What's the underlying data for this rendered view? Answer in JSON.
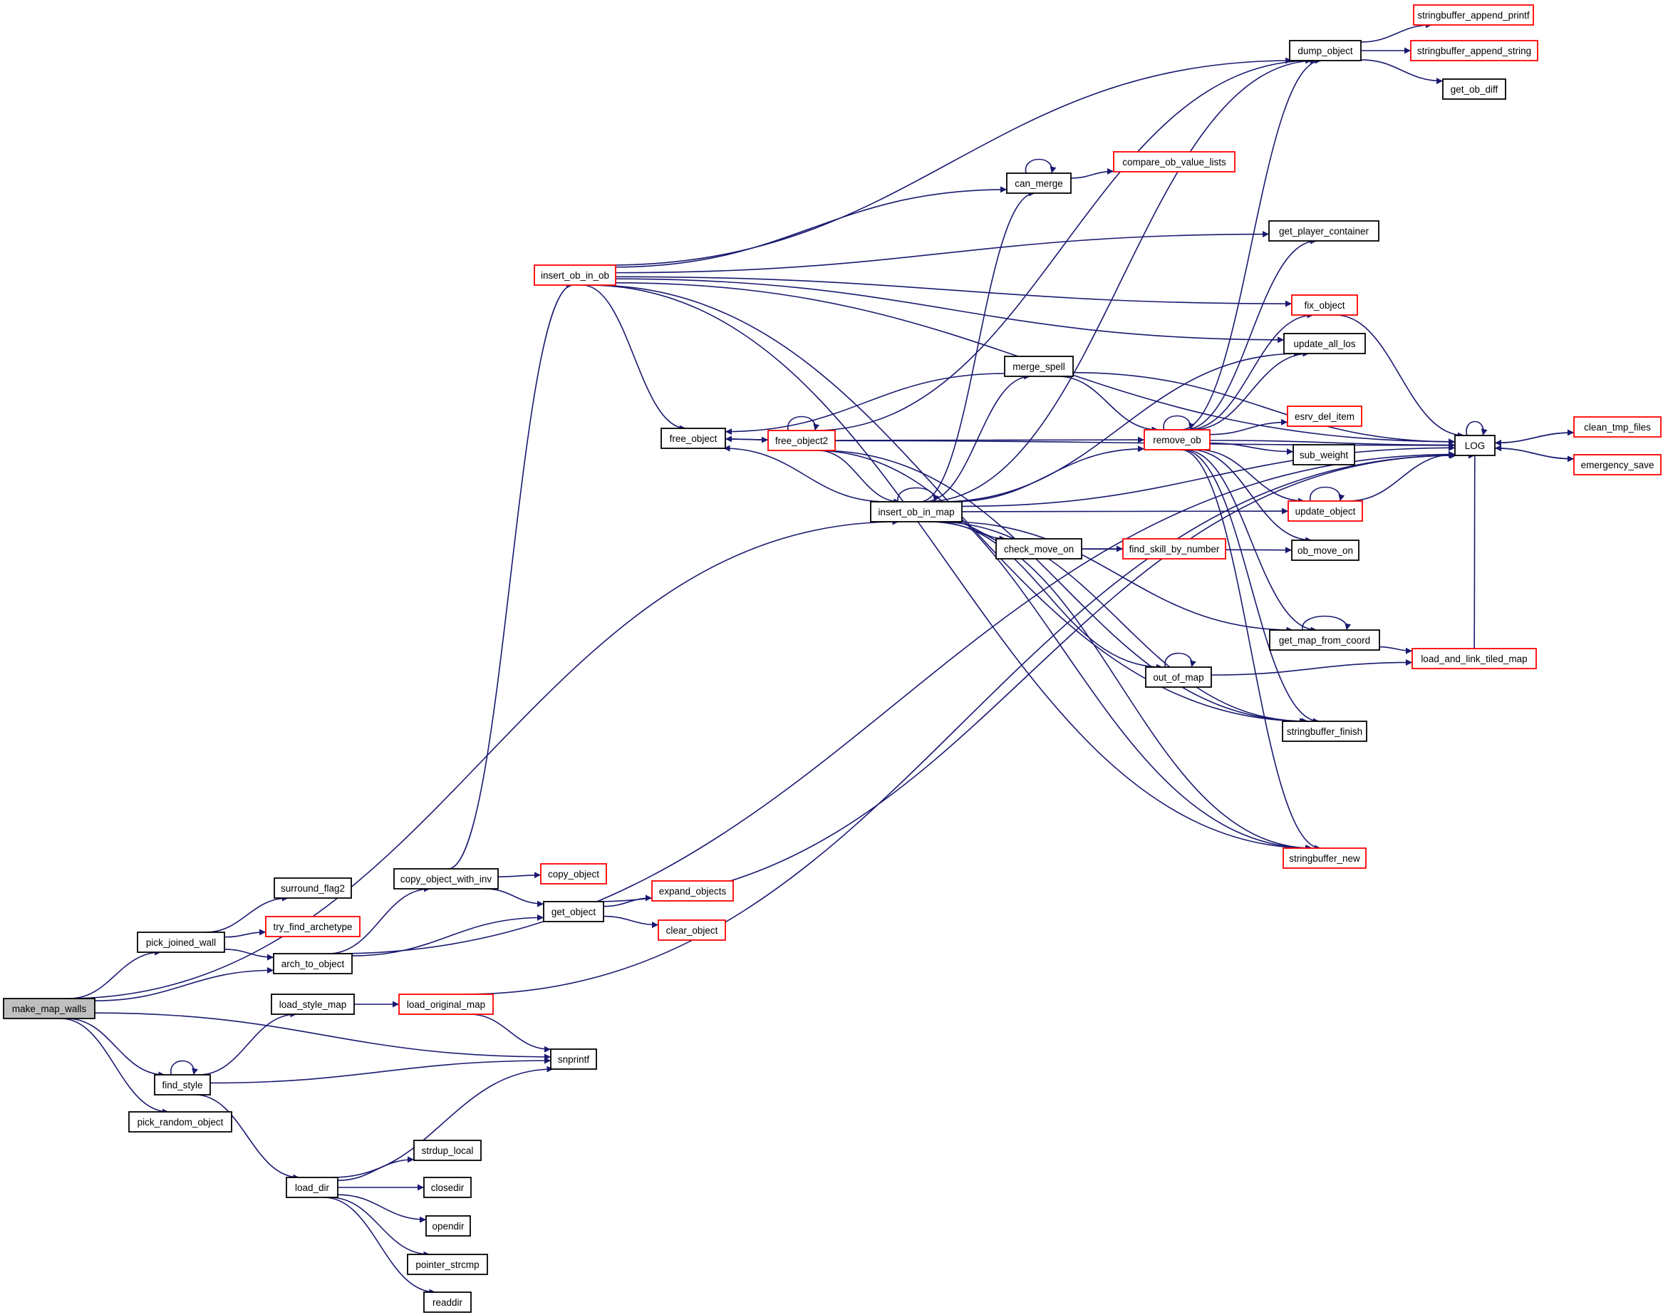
{
  "nodes": {
    "make_map_walls": {
      "label": "make_map_walls",
      "style": "root"
    },
    "pick_joined_wall": {
      "label": "pick_joined_wall",
      "style": "black"
    },
    "arch_to_object": {
      "label": "arch_to_object",
      "style": "black"
    },
    "find_style": {
      "label": "find_style",
      "style": "black"
    },
    "pick_random_object": {
      "label": "pick_random_object",
      "style": "black"
    },
    "surround_flag2": {
      "label": "surround_flag2",
      "style": "black"
    },
    "try_find_archetype": {
      "label": "try_find_archetype",
      "style": "red"
    },
    "load_style_map": {
      "label": "load_style_map",
      "style": "black"
    },
    "load_dir": {
      "label": "load_dir",
      "style": "black"
    },
    "copy_object_with_inv": {
      "label": "copy_object_with_inv",
      "style": "black"
    },
    "load_original_map": {
      "label": "load_original_map",
      "style": "red"
    },
    "copy_object": {
      "label": "copy_object",
      "style": "red"
    },
    "get_object": {
      "label": "get_object",
      "style": "black"
    },
    "snprintf": {
      "label": "snprintf",
      "style": "black"
    },
    "strdup_local": {
      "label": "strdup_local",
      "style": "black"
    },
    "closedir": {
      "label": "closedir",
      "style": "black"
    },
    "opendir": {
      "label": "opendir",
      "style": "black"
    },
    "pointer_strcmp": {
      "label": "pointer_strcmp",
      "style": "black"
    },
    "readdir": {
      "label": "readdir",
      "style": "black"
    },
    "expand_objects": {
      "label": "expand_objects",
      "style": "red"
    },
    "clear_object": {
      "label": "clear_object",
      "style": "red"
    },
    "insert_ob_in_ob": {
      "label": "insert_ob_in_ob",
      "style": "red"
    },
    "free_object": {
      "label": "free_object",
      "style": "black"
    },
    "free_object2": {
      "label": "free_object2",
      "style": "red"
    },
    "insert_ob_in_map": {
      "label": "insert_ob_in_map",
      "style": "black"
    },
    "can_merge": {
      "label": "can_merge",
      "style": "black"
    },
    "merge_spell": {
      "label": "merge_spell",
      "style": "black"
    },
    "check_move_on": {
      "label": "check_move_on",
      "style": "black"
    },
    "compare_ob_value_lists": {
      "label": "compare_ob_value_lists",
      "style": "red"
    },
    "find_skill_by_number": {
      "label": "find_skill_by_number",
      "style": "red"
    },
    "remove_ob": {
      "label": "remove_ob",
      "style": "red"
    },
    "out_of_map": {
      "label": "out_of_map",
      "style": "black"
    },
    "dump_object": {
      "label": "dump_object",
      "style": "black"
    },
    "get_player_container": {
      "label": "get_player_container",
      "style": "black"
    },
    "fix_object": {
      "label": "fix_object",
      "style": "red"
    },
    "update_all_los": {
      "label": "update_all_los",
      "style": "black"
    },
    "esrv_del_item": {
      "label": "esrv_del_item",
      "style": "red"
    },
    "sub_weight": {
      "label": "sub_weight",
      "style": "black"
    },
    "update_object": {
      "label": "update_object",
      "style": "red"
    },
    "ob_move_on": {
      "label": "ob_move_on",
      "style": "black"
    },
    "get_map_from_coord": {
      "label": "get_map_from_coord",
      "style": "black"
    },
    "stringbuffer_finish": {
      "label": "stringbuffer_finish",
      "style": "black"
    },
    "stringbuffer_new": {
      "label": "stringbuffer_new",
      "style": "red"
    },
    "stringbuffer_append_printf": {
      "label": "stringbuffer_append_printf",
      "style": "red"
    },
    "stringbuffer_append_string": {
      "label": "stringbuffer_append_string",
      "style": "red"
    },
    "get_ob_diff": {
      "label": "get_ob_diff",
      "style": "black"
    },
    "LOG": {
      "label": "LOG",
      "style": "black"
    },
    "load_and_link_tiled_map": {
      "label": "load_and_link_tiled_map",
      "style": "red"
    },
    "clean_tmp_files": {
      "label": "clean_tmp_files",
      "style": "red"
    },
    "emergency_save": {
      "label": "emergency_save",
      "style": "red"
    }
  },
  "edges": [
    [
      "make_map_walls",
      "pick_joined_wall"
    ],
    [
      "make_map_walls",
      "arch_to_object"
    ],
    [
      "make_map_walls",
      "find_style"
    ],
    [
      "make_map_walls",
      "pick_random_object"
    ],
    [
      "make_map_walls",
      "snprintf"
    ],
    [
      "make_map_walls",
      "insert_ob_in_map"
    ],
    [
      "pick_joined_wall",
      "surround_flag2"
    ],
    [
      "pick_joined_wall",
      "try_find_archetype"
    ],
    [
      "pick_joined_wall",
      "arch_to_object"
    ],
    [
      "arch_to_object",
      "copy_object_with_inv"
    ],
    [
      "arch_to_object",
      "get_object"
    ],
    [
      "arch_to_object",
      "LOG"
    ],
    [
      "find_style",
      "find_style"
    ],
    [
      "find_style",
      "load_style_map"
    ],
    [
      "find_style",
      "snprintf"
    ],
    [
      "find_style",
      "load_dir"
    ],
    [
      "load_style_map",
      "load_original_map"
    ],
    [
      "load_original_map",
      "snprintf"
    ],
    [
      "load_original_map",
      "LOG"
    ],
    [
      "load_dir",
      "snprintf"
    ],
    [
      "load_dir",
      "strdup_local"
    ],
    [
      "load_dir",
      "closedir"
    ],
    [
      "load_dir",
      "opendir"
    ],
    [
      "load_dir",
      "pointer_strcmp"
    ],
    [
      "load_dir",
      "readdir"
    ],
    [
      "copy_object_with_inv",
      "copy_object"
    ],
    [
      "copy_object_with_inv",
      "get_object"
    ],
    [
      "copy_object_with_inv",
      "insert_ob_in_ob"
    ],
    [
      "get_object",
      "expand_objects"
    ],
    [
      "get_object",
      "clear_object"
    ],
    [
      "get_object",
      "LOG"
    ],
    [
      "insert_ob_in_ob",
      "dump_object"
    ],
    [
      "insert_ob_in_ob",
      "LOG"
    ],
    [
      "insert_ob_in_ob",
      "can_merge"
    ],
    [
      "insert_ob_in_ob",
      "get_player_container"
    ],
    [
      "insert_ob_in_ob",
      "fix_object"
    ],
    [
      "insert_ob_in_ob",
      "update_all_los"
    ],
    [
      "insert_ob_in_ob",
      "free_object"
    ],
    [
      "insert_ob_in_ob",
      "stringbuffer_finish"
    ],
    [
      "insert_ob_in_ob",
      "stringbuffer_new"
    ],
    [
      "free_object",
      "free_object2"
    ],
    [
      "free_object2",
      "free_object"
    ],
    [
      "free_object2",
      "free_object2"
    ],
    [
      "free_object2",
      "remove_ob"
    ],
    [
      "free_object2",
      "insert_ob_in_map"
    ],
    [
      "free_object2",
      "dump_object"
    ],
    [
      "free_object2",
      "LOG"
    ],
    [
      "free_object2",
      "stringbuffer_finish"
    ],
    [
      "free_object2",
      "stringbuffer_new"
    ],
    [
      "insert_ob_in_map",
      "insert_ob_in_map"
    ],
    [
      "insert_ob_in_map",
      "free_object"
    ],
    [
      "insert_ob_in_map",
      "can_merge"
    ],
    [
      "insert_ob_in_map",
      "merge_spell"
    ],
    [
      "insert_ob_in_map",
      "check_move_on"
    ],
    [
      "insert_ob_in_map",
      "remove_ob"
    ],
    [
      "insert_ob_in_map",
      "update_object"
    ],
    [
      "insert_ob_in_map",
      "get_map_from_coord"
    ],
    [
      "insert_ob_in_map",
      "out_of_map"
    ],
    [
      "insert_ob_in_map",
      "stringbuffer_finish"
    ],
    [
      "insert_ob_in_map",
      "stringbuffer_new"
    ],
    [
      "insert_ob_in_map",
      "dump_object"
    ],
    [
      "insert_ob_in_map",
      "update_all_los"
    ],
    [
      "insert_ob_in_map",
      "LOG"
    ],
    [
      "can_merge",
      "can_merge"
    ],
    [
      "can_merge",
      "compare_ob_value_lists"
    ],
    [
      "merge_spell",
      "free_object"
    ],
    [
      "merge_spell",
      "remove_ob"
    ],
    [
      "merge_spell",
      "LOG"
    ],
    [
      "check_move_on",
      "find_skill_by_number"
    ],
    [
      "check_move_on",
      "ob_move_on"
    ],
    [
      "remove_ob",
      "remove_ob"
    ],
    [
      "remove_ob",
      "dump_object"
    ],
    [
      "remove_ob",
      "get_player_container"
    ],
    [
      "remove_ob",
      "fix_object"
    ],
    [
      "remove_ob",
      "update_all_los"
    ],
    [
      "remove_ob",
      "esrv_del_item"
    ],
    [
      "remove_ob",
      "sub_weight"
    ],
    [
      "remove_ob",
      "update_object"
    ],
    [
      "remove_ob",
      "ob_move_on"
    ],
    [
      "remove_ob",
      "get_map_from_coord"
    ],
    [
      "remove_ob",
      "stringbuffer_finish"
    ],
    [
      "remove_ob",
      "stringbuffer_new"
    ],
    [
      "remove_ob",
      "LOG"
    ],
    [
      "out_of_map",
      "out_of_map"
    ],
    [
      "out_of_map",
      "load_and_link_tiled_map"
    ],
    [
      "get_map_from_coord",
      "get_map_from_coord"
    ],
    [
      "get_map_from_coord",
      "load_and_link_tiled_map"
    ],
    [
      "dump_object",
      "stringbuffer_append_printf"
    ],
    [
      "dump_object",
      "stringbuffer_append_string"
    ],
    [
      "dump_object",
      "get_ob_diff"
    ],
    [
      "fix_object",
      "LOG"
    ],
    [
      "update_object",
      "update_object"
    ],
    [
      "update_object",
      "LOG"
    ],
    [
      "load_and_link_tiled_map",
      "LOG"
    ],
    [
      "LOG",
      "LOG"
    ],
    [
      "LOG",
      "clean_tmp_files"
    ],
    [
      "LOG",
      "emergency_save"
    ],
    [
      "clean_tmp_files",
      "LOG"
    ],
    [
      "emergency_save",
      "LOG"
    ]
  ],
  "colors": {
    "edge": "#191970",
    "red_border": "#ff0000",
    "black_border": "#000000",
    "root_fill": "#bfbfbf"
  }
}
